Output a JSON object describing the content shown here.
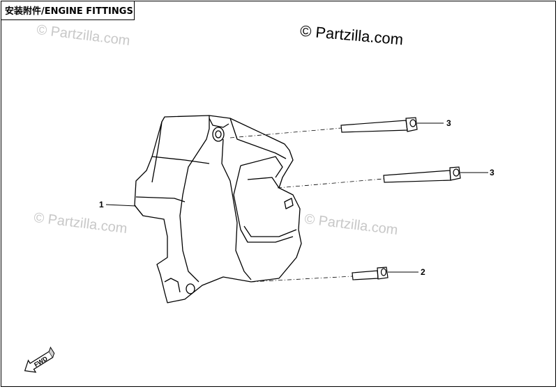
{
  "title": "安装附件/ENGINE FITTINGS",
  "watermark": {
    "main": "© Partzilla.com",
    "faded": "© Partzilla.com"
  },
  "callouts": [
    {
      "id": "1"
    },
    {
      "id": "3"
    },
    {
      "id": "3"
    },
    {
      "id": "2"
    }
  ],
  "fwd_label": "FWD",
  "colors": {
    "line": "#000000",
    "watermark": "#c8c8c8"
  }
}
